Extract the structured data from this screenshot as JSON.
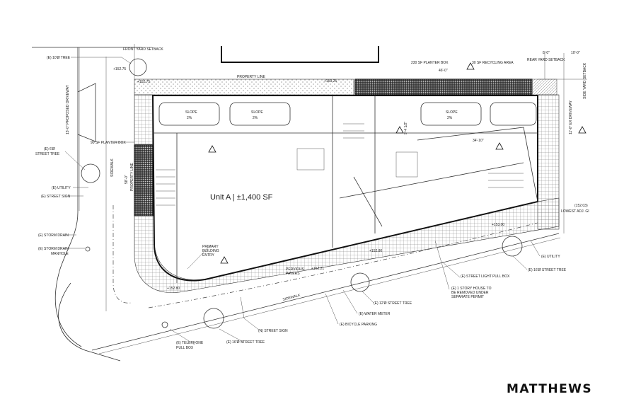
{
  "brand": {
    "logo": "MATTHEWS"
  },
  "plan": {
    "unit_label": "Unit A | ±1,400 SF",
    "slope": "SLOPE",
    "slope_pct": "2%",
    "labels": {
      "tree_10": "(E) 10'Ø TREE",
      "front_setback": "FRONT YARD SETBACK",
      "elev_1": "+152.75",
      "elev_2": "+152.75",
      "property_line_top": "PROPERTY LINE",
      "elev_3": "+153.25",
      "planter_230": "230 SF PLANTER BOX",
      "recycling": "30 SF RECYCLING AREA",
      "rear_setback": "REAR YARD SETBACK",
      "dim_46": "46'-0\"",
      "dim_8": "8'-0\"",
      "dim_10": "10'-0\"",
      "side_setback": "SIDE YARD SETBACK",
      "driveway_proposed": "15'-0\" PROPOSED DRIVEWAY",
      "planter_90": "90 SF PLANTER BOX",
      "tree_6a": "(E) 6'Ø",
      "tree_6b": "STREET TREE",
      "sidewalk_left": "SIDEWALK",
      "property_line_left": "PROPERTY LINE",
      "dim_58": "58'-0\"",
      "utility_left": "(E) UTILITY",
      "street_sign_left": "(E) STREET SIGN",
      "storm_drain": "(E) STORM DRAIN",
      "storm_manhole_a": "(E) STORM DRAIN",
      "storm_manhole_b": "MANHOLE",
      "entry_a": "PRIMARY",
      "entry_b": "BUILDING",
      "entry_c": "ENTRY",
      "pavers_a": "PERVIOUS",
      "pavers_b": "PAVERS",
      "elev_4": "+152.80",
      "elev_5": "+152.21",
      "elev_6": "+153.00",
      "elev_7": "+152.80",
      "sidewalk_bottom": "SIDEWALK",
      "n_street_sign": "(N) STREET SIGN",
      "telephone_a": "(E) TELEPHONE",
      "telephone_b": "PULL BOX",
      "tree_16_bottom": "(E) 16'Ø STREET TREE",
      "tree_12": "(E) 12'Ø STREET TREE",
      "water_meter": "(E) WATER METER",
      "bike_parking": "(E) BICYCLE PARKING",
      "light_box": "(E) STREET LIGHT PULL BOX",
      "house_a": "(E) 1 STORY HOUSE TO",
      "house_b": "BE REMOVED UNDER",
      "house_c": "SEPARATE PERMIT",
      "utility_right": "(E) UTILITY",
      "tree_16_right": "(E) 16'Ø STREET TREE",
      "grade_val": "(152.03)",
      "lowest_grade": "LOWEST ADJ. GI",
      "ex_driveway": "11'-0\" EX DRIVEWAY",
      "dim_34": "34'-10\"",
      "dim_9": "9'-4 1/2\""
    }
  }
}
